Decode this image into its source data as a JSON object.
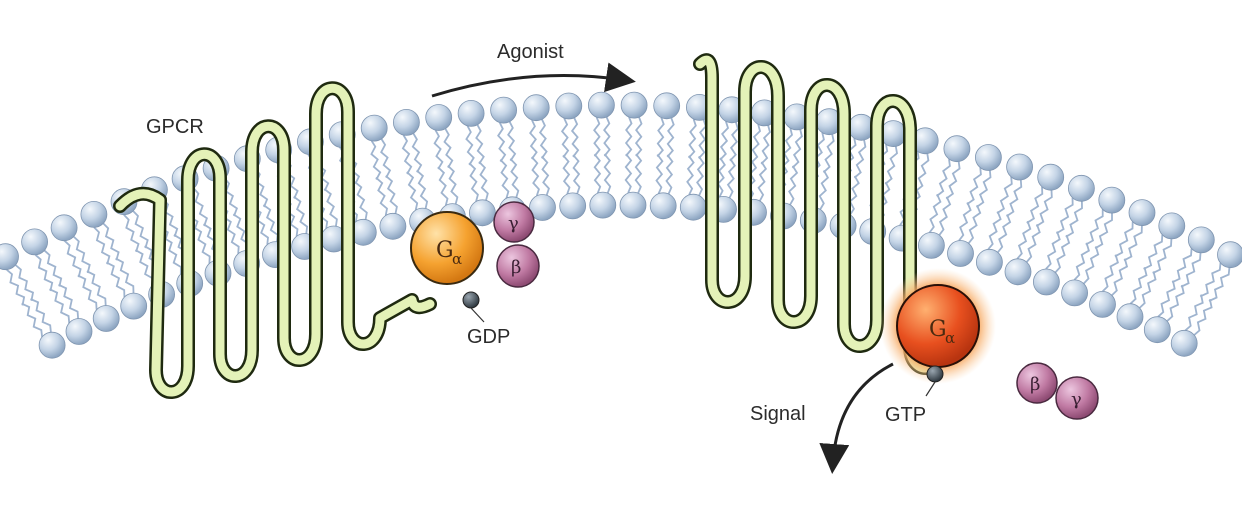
{
  "labels": {
    "gpcr": "GPCR",
    "agonist": "Agonist",
    "gdp": "GDP",
    "gtp": "GTP",
    "signal": "Signal"
  },
  "subunits": {
    "alpha_main": "G",
    "alpha_sub": "α",
    "beta": "β",
    "gamma": "γ"
  },
  "colors": {
    "lipid_head": "#b9cbe0",
    "lipid_tail": "#9fb4cf",
    "receptor_fill": "#e4f2b8",
    "receptor_outline": "#1f2a10",
    "g_alpha_inactive": "#f5a230",
    "g_alpha_active": "#e8501f",
    "g_beta_gamma": "#b86a9a",
    "nucleotide": "#4a5560",
    "active_glow": "#f7b06a",
    "arrow": "#222222"
  },
  "icons": [
    "agonist-arrow-icon",
    "signal-arrow-icon"
  ]
}
